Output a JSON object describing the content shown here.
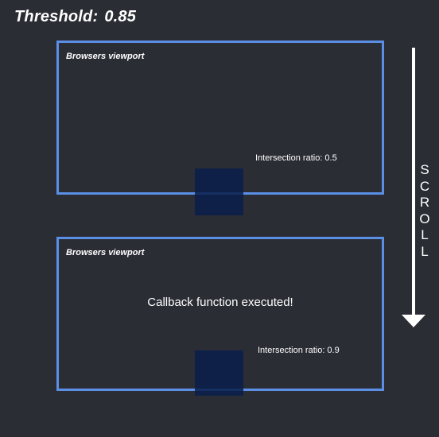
{
  "threshold": {
    "label": "Threshold:",
    "value": "0.85"
  },
  "viewport_top": {
    "label": "Browsers viewport",
    "ratio_text": "Intersection ratio: 0.5"
  },
  "viewport_bottom": {
    "label": "Browsers viewport",
    "callback_text": "Callback function executed!",
    "ratio_text": "Intersection ratio: 0.9"
  },
  "scroll": {
    "letters": [
      "S",
      "C",
      "R",
      "O",
      "L",
      "L"
    ]
  },
  "colors": {
    "background": "#2b2d35",
    "viewport_border": "#5b8fe6",
    "target_box": "#0a1e4b",
    "text": "#ffffff"
  }
}
